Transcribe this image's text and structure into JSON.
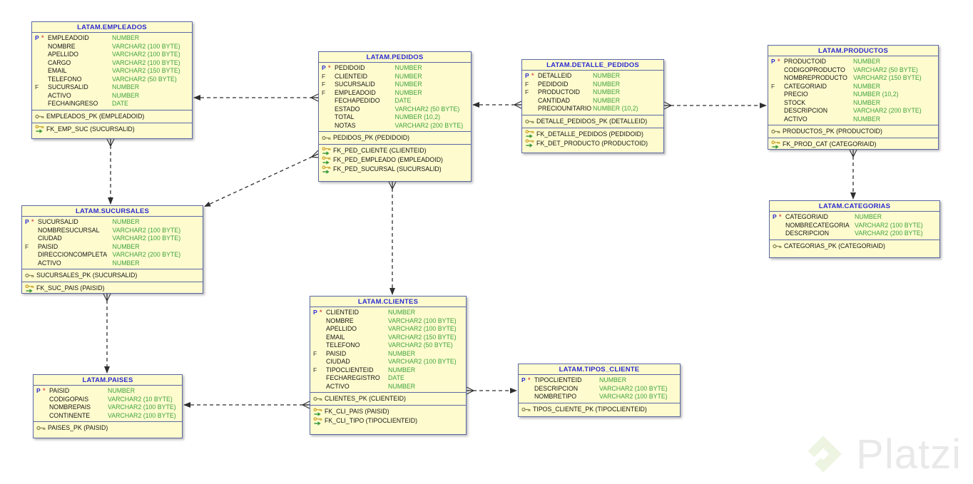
{
  "colors": {
    "table_fill": "#FEFCCE",
    "table_border": "#5A68A6",
    "header_text": "#2B2BD0",
    "column_name": "#151515",
    "column_type": "#3DA23D",
    "pk_marker": "#2B2BD0",
    "fk_marker": "#333333",
    "mandatory_star": "#D9534F",
    "connector": "#2F2F2F",
    "watermark_text": "#E9E9E9",
    "watermark_logo": "#EDF5E2"
  },
  "diagram": {
    "entities": {
      "empleados": {
        "title": "LATAM.EMPLEADOS",
        "columns": [
          {
            "marker": "P",
            "star": true,
            "name": "EMPLEADOID",
            "type": "NUMBER"
          },
          {
            "marker": "",
            "star": false,
            "name": "NOMBRE",
            "type": "VARCHAR2 (100 BYTE)"
          },
          {
            "marker": "",
            "star": false,
            "name": "APELLIDO",
            "type": "VARCHAR2 (100 BYTE)"
          },
          {
            "marker": "",
            "star": false,
            "name": "CARGO",
            "type": "VARCHAR2 (100 BYTE)"
          },
          {
            "marker": "",
            "star": false,
            "name": "EMAIL",
            "type": "VARCHAR2 (150 BYTE)"
          },
          {
            "marker": "",
            "star": false,
            "name": "TELEFONO",
            "type": "VARCHAR2 (50 BYTE)"
          },
          {
            "marker": "F",
            "star": false,
            "name": "SUCURSALID",
            "type": "NUMBER"
          },
          {
            "marker": "",
            "star": false,
            "name": "ACTIVO",
            "type": "NUMBER"
          },
          {
            "marker": "",
            "star": false,
            "name": "FECHAINGRESO",
            "type": "DATE"
          }
        ],
        "pk": [
          "EMPLEADOS_PK (EMPLEADOID)"
        ],
        "fk": [
          "FK_EMP_SUC (SUCURSALID)"
        ]
      },
      "pedidos": {
        "title": "LATAM.PEDIDOS",
        "columns": [
          {
            "marker": "P",
            "star": true,
            "name": "PEDIDOID",
            "type": "NUMBER"
          },
          {
            "marker": "F",
            "star": false,
            "name": "CLIENTEID",
            "type": "NUMBER"
          },
          {
            "marker": "F",
            "star": false,
            "name": "SUCURSALID",
            "type": "NUMBER"
          },
          {
            "marker": "F",
            "star": false,
            "name": "EMPLEADOID",
            "type": "NUMBER"
          },
          {
            "marker": "",
            "star": false,
            "name": "FECHAPEDIDO",
            "type": "DATE"
          },
          {
            "marker": "",
            "star": false,
            "name": "ESTADO",
            "type": "VARCHAR2 (50 BYTE)"
          },
          {
            "marker": "",
            "star": false,
            "name": "TOTAL",
            "type": "NUMBER (10,2)"
          },
          {
            "marker": "",
            "star": false,
            "name": "NOTAS",
            "type": "VARCHAR2 (200 BYTE)"
          }
        ],
        "pk": [
          "PEDIDOS_PK (PEDIDOID)"
        ],
        "fk": [
          "FK_PED_CLIENTE (CLIENTEID)",
          "FK_PED_EMPLEADO (EMPLEADOID)",
          "FK_PED_SUCURSAL (SUCURSALID)"
        ]
      },
      "detalle_pedidos": {
        "title": "LATAM.DETALLE_PEDIDOS",
        "columns": [
          {
            "marker": "P",
            "star": true,
            "name": "DETALLEID",
            "type": "NUMBER"
          },
          {
            "marker": "F",
            "star": false,
            "name": "PEDIDOID",
            "type": "NUMBER"
          },
          {
            "marker": "F",
            "star": false,
            "name": "PRODUCTOID",
            "type": "NUMBER"
          },
          {
            "marker": "",
            "star": false,
            "name": "CANTIDAD",
            "type": "NUMBER"
          },
          {
            "marker": "",
            "star": false,
            "name": "PRECIOUNITARIO",
            "type": "NUMBER (10,2)"
          }
        ],
        "pk": [
          "DETALLE_PEDIDOS_PK (DETALLEID)"
        ],
        "fk": [
          "FK_DETALLE_PEDIDOS (PEDIDOID)",
          "FK_DET_PRODUCTO (PRODUCTOID)"
        ]
      },
      "productos": {
        "title": "LATAM.PRODUCTOS",
        "columns": [
          {
            "marker": "P",
            "star": true,
            "name": "PRODUCTOID",
            "type": "NUMBER"
          },
          {
            "marker": "",
            "star": false,
            "name": "CODIGOPRODUCTO",
            "type": "VARCHAR2 (50 BYTE)"
          },
          {
            "marker": "",
            "star": false,
            "name": "NOMBREPRODUCTO",
            "type": "VARCHAR2 (150 BYTE)"
          },
          {
            "marker": "F",
            "star": false,
            "name": "CATEGORIAID",
            "type": "NUMBER"
          },
          {
            "marker": "",
            "star": false,
            "name": "PRECIO",
            "type": "NUMBER (10,2)"
          },
          {
            "marker": "",
            "star": false,
            "name": "STOCK",
            "type": "NUMBER"
          },
          {
            "marker": "",
            "star": false,
            "name": "DESCRIPCION",
            "type": "VARCHAR2 (200 BYTE)"
          },
          {
            "marker": "",
            "star": false,
            "name": "ACTIVO",
            "type": "NUMBER"
          }
        ],
        "pk": [
          "PRODUCTOS_PK (PRODUCTOID)"
        ],
        "fk": [
          "FK_PROD_CAT (CATEGORIAID)"
        ]
      },
      "sucursales": {
        "title": "LATAM.SUCURSALES",
        "columns": [
          {
            "marker": "P",
            "star": true,
            "name": "SUCURSALID",
            "type": "NUMBER"
          },
          {
            "marker": "",
            "star": false,
            "name": "NOMBRESUCURSAL",
            "type": "VARCHAR2 (100 BYTE)"
          },
          {
            "marker": "",
            "star": false,
            "name": "CIUDAD",
            "type": "VARCHAR2 (100 BYTE)"
          },
          {
            "marker": "F",
            "star": false,
            "name": "PAISID",
            "type": "NUMBER"
          },
          {
            "marker": "",
            "star": false,
            "name": "DIRECCIONCOMPLETA",
            "type": "VARCHAR2 (200 BYTE)"
          },
          {
            "marker": "",
            "star": false,
            "name": "ACTIVO",
            "type": "NUMBER"
          }
        ],
        "pk": [
          "SUCURSALES_PK (SUCURSALID)"
        ],
        "fk": [
          "FK_SUC_PAIS (PAISID)"
        ]
      },
      "categorias": {
        "title": "LATAM.CATEGORIAS",
        "columns": [
          {
            "marker": "P",
            "star": true,
            "name": "CATEGORIAID",
            "type": "NUMBER"
          },
          {
            "marker": "",
            "star": false,
            "name": "NOMBRECATEGORIA",
            "type": "VARCHAR2 (100 BYTE)"
          },
          {
            "marker": "",
            "star": false,
            "name": "DESCRIPCION",
            "type": "VARCHAR2 (200 BYTE)"
          }
        ],
        "pk": [
          "CATEGORIAS_PK (CATEGORIAID)"
        ],
        "fk": []
      },
      "paises": {
        "title": "LATAM.PAISES",
        "columns": [
          {
            "marker": "P",
            "star": true,
            "name": "PAISID",
            "type": "NUMBER"
          },
          {
            "marker": "",
            "star": false,
            "name": "CODIGOPAIS",
            "type": "VARCHAR2 (10 BYTE)"
          },
          {
            "marker": "",
            "star": false,
            "name": "NOMBREPAIS",
            "type": "VARCHAR2 (100 BYTE)"
          },
          {
            "marker": "",
            "star": false,
            "name": "CONTINENTE",
            "type": "VARCHAR2 (100 BYTE)"
          }
        ],
        "pk": [
          "PAISES_PK (PAISID)"
        ],
        "fk": []
      },
      "clientes": {
        "title": "LATAM.CLIENTES",
        "columns": [
          {
            "marker": "P",
            "star": true,
            "name": "CLIENTEID",
            "type": "NUMBER"
          },
          {
            "marker": "",
            "star": false,
            "name": "NOMBRE",
            "type": "VARCHAR2 (100 BYTE)"
          },
          {
            "marker": "",
            "star": false,
            "name": "APELLIDO",
            "type": "VARCHAR2 (100 BYTE)"
          },
          {
            "marker": "",
            "star": false,
            "name": "EMAIL",
            "type": "VARCHAR2 (150 BYTE)"
          },
          {
            "marker": "",
            "star": false,
            "name": "TELEFONO",
            "type": "VARCHAR2 (50 BYTE)"
          },
          {
            "marker": "F",
            "star": false,
            "name": "PAISID",
            "type": "NUMBER"
          },
          {
            "marker": "",
            "star": false,
            "name": "CIUDAD",
            "type": "VARCHAR2 (100 BYTE)"
          },
          {
            "marker": "F",
            "star": false,
            "name": "TIPOCLIENTEID",
            "type": "NUMBER"
          },
          {
            "marker": "",
            "star": false,
            "name": "FECHAREGISTRO",
            "type": "DATE"
          },
          {
            "marker": "",
            "star": false,
            "name": "ACTIVO",
            "type": "NUMBER"
          }
        ],
        "pk": [
          "CLIENTES_PK (CLIENTEID)"
        ],
        "fk": [
          "FK_CLI_PAIS (PAISID)",
          "FK_CLI_TIPO (TIPOCLIENTEID)"
        ]
      },
      "tipos_cliente": {
        "title": "LATAM.TIPOS_CLIENTE",
        "columns": [
          {
            "marker": "P",
            "star": true,
            "name": "TIPOCLIENTEID",
            "type": "NUMBER"
          },
          {
            "marker": "",
            "star": false,
            "name": "DESCRIPCION",
            "type": "VARCHAR2 (100 BYTE)"
          },
          {
            "marker": "",
            "star": false,
            "name": "NOMBRETIPO",
            "type": "VARCHAR2 (100 BYTE)"
          }
        ],
        "pk": [
          "TIPOS_CLIENTE_PK (TIPOCLIENTEID)"
        ],
        "fk": []
      }
    },
    "relationships": [
      {
        "from": "PEDIDOS",
        "to": "EMPLEADOS",
        "fk": "FK_PED_EMPLEADO (EMPLEADOID)"
      },
      {
        "from": "PEDIDOS",
        "to": "DETALLE_PEDIDOS",
        "fk": "FK_DETALLE_PEDIDOS (PEDIDOID)"
      },
      {
        "from": "DETALLE_PEDIDOS",
        "to": "PRODUCTOS",
        "fk": "FK_DET_PRODUCTO (PRODUCTOID)"
      },
      {
        "from": "EMPLEADOS",
        "to": "SUCURSALES",
        "fk": "FK_EMP_SUC (SUCURSALID)"
      },
      {
        "from": "PEDIDOS",
        "to": "SUCURSALES",
        "fk": "FK_PED_SUCURSAL (SUCURSALID)"
      },
      {
        "from": "SUCURSALES",
        "to": "PAISES",
        "fk": "FK_SUC_PAIS (PAISID)"
      },
      {
        "from": "PEDIDOS",
        "to": "CLIENTES",
        "fk": "FK_PED_CLIENTE (CLIENTEID)"
      },
      {
        "from": "PRODUCTOS",
        "to": "CATEGORIAS",
        "fk": "FK_PROD_CAT (CATEGORIAID)"
      },
      {
        "from": "CLIENTES",
        "to": "PAISES",
        "fk": "FK_CLI_PAIS (PAISID)"
      },
      {
        "from": "CLIENTES",
        "to": "TIPOS_CLIENTE",
        "fk": "FK_CLI_TIPO (TIPOCLIENTEID)"
      }
    ],
    "watermark": {
      "text": "Platzi"
    }
  }
}
